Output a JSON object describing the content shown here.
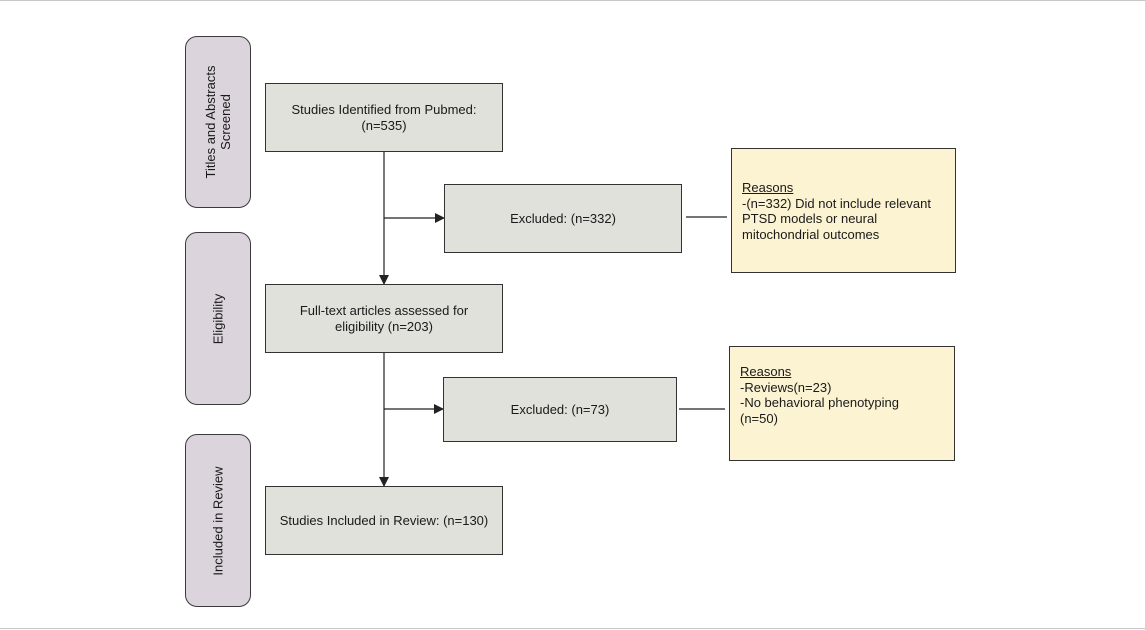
{
  "phases": {
    "screening": "Titles and Abstracts\nScreened",
    "eligibility": "Eligibility",
    "included": "Included in Review"
  },
  "boxes": {
    "identified": "Studies Identified from Pubmed:\n(n=535)",
    "excluded1": "Excluded: (n=332)",
    "fulltext": "Full-text articles assessed for\neligibility (n=203)",
    "excluded2": "Excluded: (n=73)",
    "included": "Studies Included in Review: (n=130)"
  },
  "reasons1": {
    "title": "Reasons",
    "lines": [
      "-(n=332) Did not include relevant",
      "PTSD models or neural",
      "mitochondrial outcomes"
    ]
  },
  "reasons2": {
    "title": "Reasons",
    "lines": [
      "-Reviews(n=23)",
      "-No behavioral phenotyping",
      "(n=50)"
    ]
  },
  "colors": {
    "phase_fill": "#dcd4dd",
    "box_fill": "#dfe1da",
    "reason_fill": "#fbf3d1",
    "stroke": "#333333"
  }
}
